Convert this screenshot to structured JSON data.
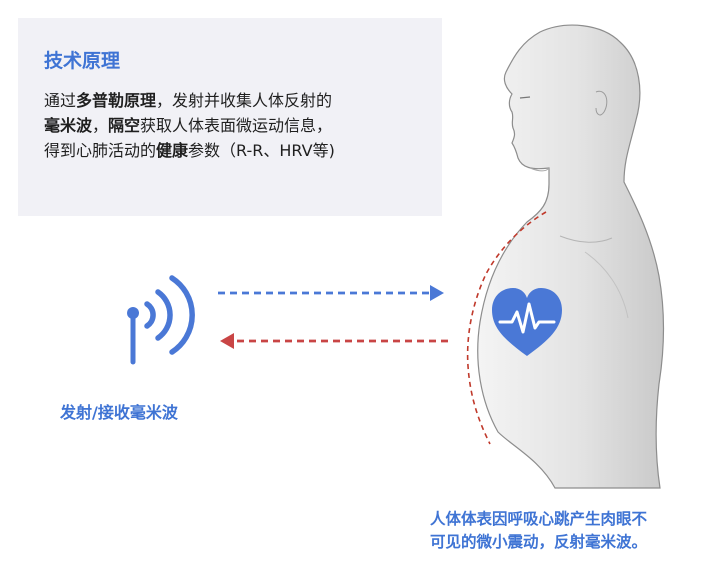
{
  "panel": {
    "title": "技术原理",
    "line1": [
      {
        "text": "通过",
        "bold": false
      },
      {
        "text": "多普勒原理",
        "bold": true
      },
      {
        "text": "，发射并收集人体反射的",
        "bold": false
      }
    ],
    "line2": [
      {
        "text": "毫米波",
        "bold": true
      },
      {
        "text": "，",
        "bold": false
      },
      {
        "text": "隔空",
        "bold": true
      },
      {
        "text": "获取人体表面微运动信息，",
        "bold": false
      }
    ],
    "line3": [
      {
        "text": "得到心肺活动的",
        "bold": false
      },
      {
        "text": "健康",
        "bold": true
      },
      {
        "text": "参数（R-R、HRV等)",
        "bold": false
      }
    ]
  },
  "antenna": {
    "label": "发射/接收毫米波"
  },
  "caption": {
    "line1": "人体体表因呼吸心跳产生肉眼不",
    "line2": "可见的微小震动，反射毫米波。"
  },
  "colors": {
    "accent": "#3f74d4",
    "emit_arrow": "#4a78d6",
    "return_arrow": "#c94545",
    "heart": "#4a78d6",
    "body_fill": "#e4e4e4",
    "body_outline": "#8d8d8d",
    "panel_bg": "#f1f1f6",
    "motion_outline": "#c0392b"
  },
  "icons": [
    "antenna-icon",
    "signal-waves-icon",
    "heart-ecg-icon",
    "human-torso-illustration"
  ]
}
